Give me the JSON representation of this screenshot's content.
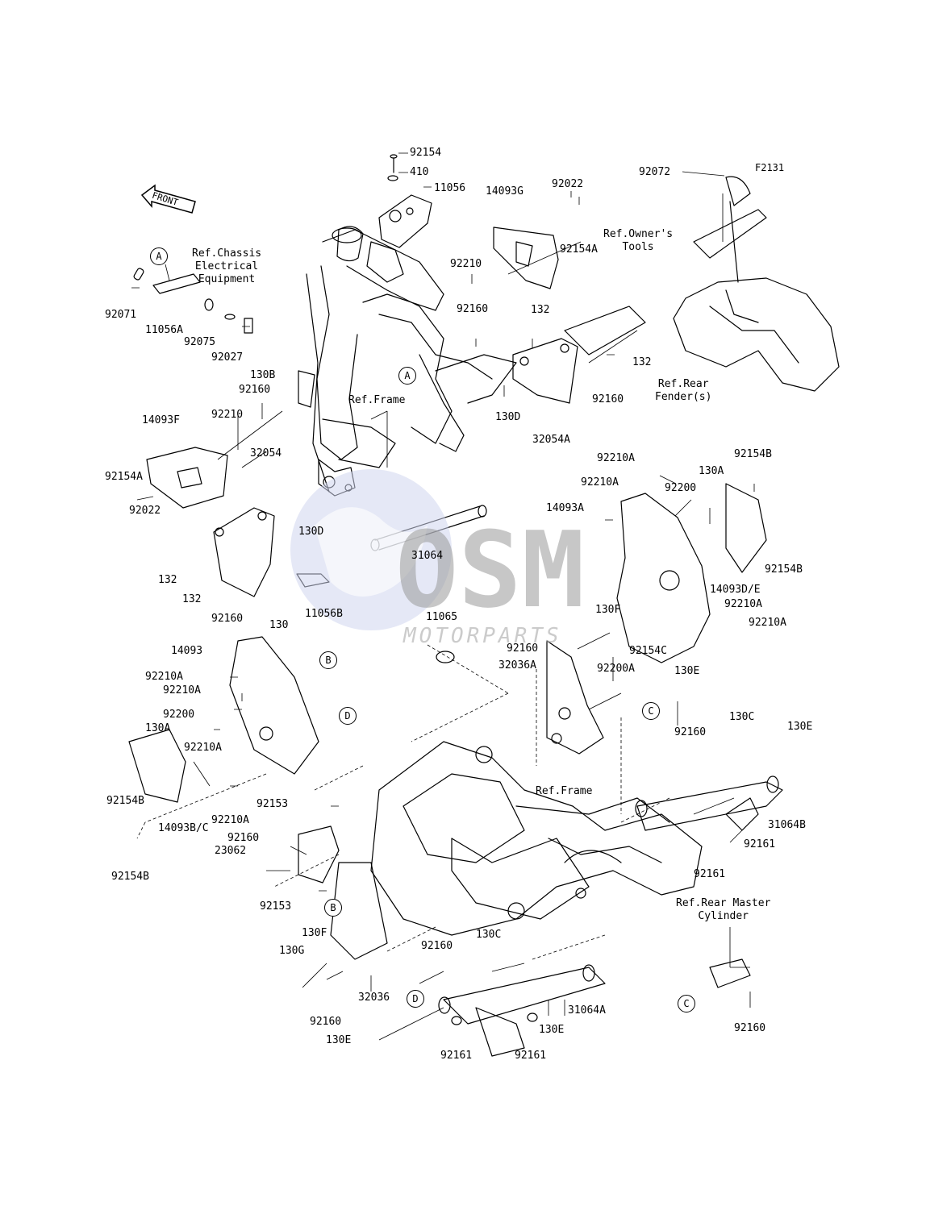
{
  "diagram_code": "F2131",
  "watermark": {
    "brand": "OSM",
    "sub": "MOTORPARTS"
  },
  "front_arrow_label": "FRONT",
  "callouts": {
    "a": "A",
    "b": "B",
    "c": "C",
    "d": "D"
  },
  "references": {
    "chassis_electrical": "Ref.Chassis\nElectrical\nEquipment",
    "frame_upper": "Ref.Frame",
    "frame_lower": "Ref.Frame",
    "owners_tools": "Ref.Owner's\nTools",
    "rear_fender": "Ref.Rear\nFender(s)",
    "rear_master_cylinder": "Ref.Rear Master\nCylinder"
  },
  "part_labels": [
    "92154",
    "410",
    "11056",
    "14093G",
    "92022",
    "92072",
    "92210",
    "92154A",
    "92071",
    "11056A",
    "92075",
    "92027",
    "130B",
    "92160",
    "132",
    "92160",
    "132",
    "130D",
    "32054A",
    "92160",
    "14093F",
    "92210",
    "92154A",
    "92022",
    "32054",
    "130D",
    "31064",
    "132",
    "132",
    "92160",
    "130",
    "11056B",
    "92210A",
    "92210A",
    "130A",
    "92154B",
    "92200",
    "14093A",
    "92154B",
    "14093D/E",
    "92210A",
    "92210A",
    "130F",
    "11065",
    "92160",
    "32036A",
    "92154C",
    "92200A",
    "14093",
    "92210A",
    "92210A",
    "92200",
    "130A",
    "92210A",
    "92154B",
    "92210A",
    "14093B/C",
    "92154B",
    "130E",
    "92160",
    "130C",
    "130E",
    "92153",
    "92160",
    "23062",
    "31064B",
    "92161",
    "92161",
    "92153",
    "130F",
    "130G",
    "92160",
    "32036",
    "92160",
    "130C",
    "31064A",
    "130E",
    "130E",
    "92161",
    "92161",
    "92160"
  ]
}
